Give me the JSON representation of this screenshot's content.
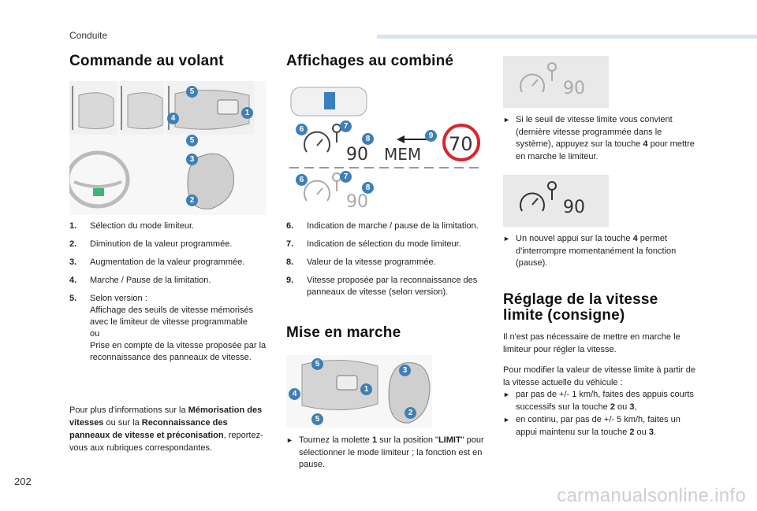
{
  "header": {
    "section": "Conduite"
  },
  "col1": {
    "title": "Commande au volant",
    "items": [
      {
        "num": "1.",
        "text": "Sélection du mode limiteur."
      },
      {
        "num": "2.",
        "text": "Diminution de la valeur programmée."
      },
      {
        "num": "3.",
        "text": "Augmentation de la valeur programmée."
      },
      {
        "num": "4.",
        "text": "Marche / Pause de la limitation."
      },
      {
        "num": "5.",
        "text": "Selon version :\nAffichage des seuils de vitesse mémorisés avec le limiteur de vitesse programmable\nou\nPrise en compte de la vitesse proposée par la reconnaissance des panneaux de vitesse."
      }
    ],
    "footer_pre": "Pour plus d'informations sur la ",
    "footer_b1": "Mémorisation des vitesses",
    "footer_mid1": " ou sur la ",
    "footer_b2": "Reconnaissance des panneaux de vitesse et préconisation",
    "footer_post": ", reportez-vous aux rubriques correspondantes."
  },
  "col2": {
    "title": "Affichages au combiné",
    "display": {
      "speed1": "90",
      "mem": "MEM",
      "sign": "70",
      "speed2": "90"
    },
    "items": [
      {
        "num": "6.",
        "text": "Indication de marche / pause de la limitation."
      },
      {
        "num": "7.",
        "text": "Indication de sélection du mode limiteur."
      },
      {
        "num": "8.",
        "text": "Valeur de la vitesse programmée."
      },
      {
        "num": "9.",
        "text": "Vitesse proposée par la reconnaissance des panneaux de vitesse (selon version)."
      }
    ],
    "title2": "Mise en marche",
    "bullet_pre": "Tournez la molette ",
    "bullet_b1": "1",
    "bullet_mid": " sur la position \"",
    "bullet_b2": "LIMIT",
    "bullet_post": "\" pour sélectionner le mode limiteur ; la fonction est en pause."
  },
  "col3": {
    "display1": {
      "speed": "90"
    },
    "bullet1_pre": "Si le seuil de vitesse limite vous convient (dernière vitesse programmée dans le système), appuyez sur la touche ",
    "bullet1_b": "4",
    "bullet1_post": " pour mettre en marche le limiteur.",
    "display2": {
      "speed": "90"
    },
    "bullet2_pre": "Un nouvel appui sur la touche ",
    "bullet2_b": "4",
    "bullet2_post": " permet d'interrompre momentanément la fonction (pause).",
    "title": "Réglage de la vitesse limite (consigne)",
    "para1": "Il n'est pas nécessaire de mettre en marche le limiteur pour régler la vitesse.",
    "para2": "Pour modifier la valeur de vitesse limite à partir de la vitesse actuelle du véhicule :",
    "sub1_pre": "par pas de +/- 1 km/h, faites des appuis courts successifs sur la touche ",
    "sub1_b1": "2",
    "sub1_mid": " ou ",
    "sub1_b2": "3",
    "sub1_post": ",",
    "sub2_pre": "en continu, par pas de +/- 5 km/h, faites un appui maintenu sur la touche ",
    "sub2_b1": "2",
    "sub2_mid": " ou ",
    "sub2_b2": "3",
    "sub2_post": "."
  },
  "footer": {
    "page": "202",
    "watermark": "carmanualsonline.info"
  },
  "figure_labels": {
    "f1": [
      "5",
      "4",
      "5",
      "1",
      "3",
      "2"
    ],
    "f2": [
      "6",
      "7",
      "8",
      "9",
      "6",
      "7",
      "8"
    ],
    "f3": [
      "5",
      "4",
      "5",
      "1",
      "3",
      "2"
    ]
  },
  "colors": {
    "badge": "#3f7fb5",
    "header_bar": "#d6e4f2",
    "sign_ring": "#d8262c"
  }
}
